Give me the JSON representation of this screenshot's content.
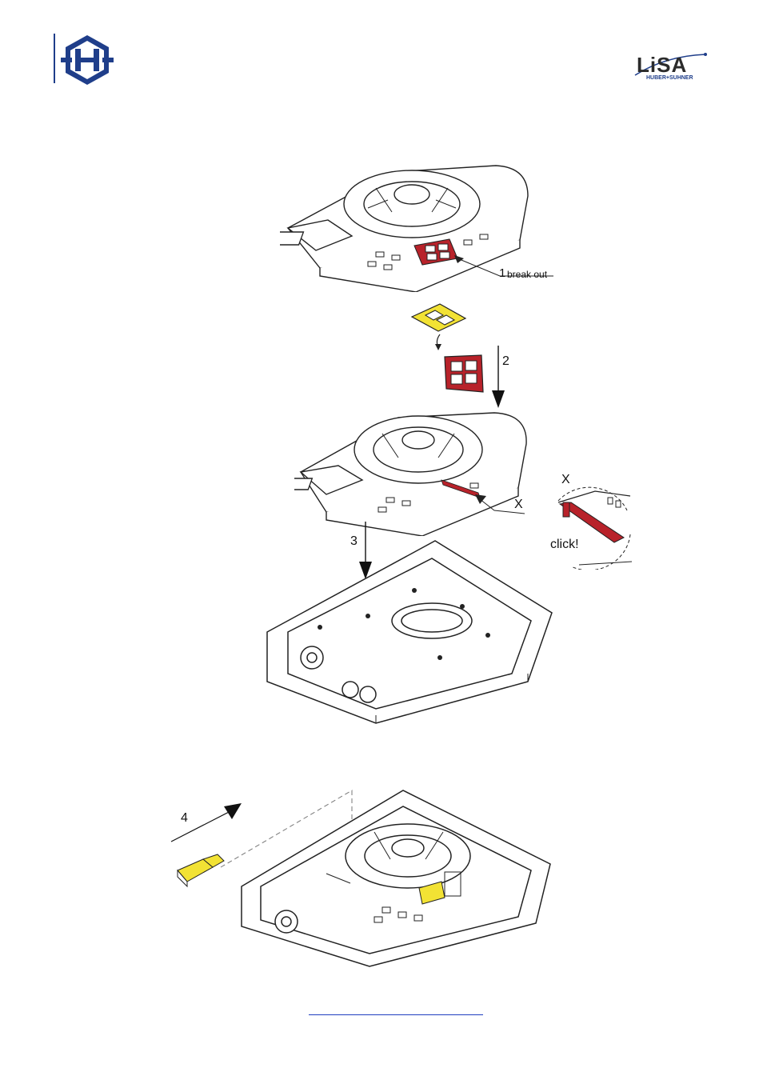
{
  "header": {
    "left_logo_icon": "hs-hexagon-logo-icon",
    "right_logo_icon": "lisa-logo-icon",
    "right_logo_word": "LiSA",
    "right_logo_sub": "HUBER+SUHNER"
  },
  "steps": {
    "step1_num": "1",
    "step1_text": "break out",
    "step2_num": "2",
    "step3_num": "3",
    "step4_num": "4",
    "x_marker": "X",
    "detail_marker": "X",
    "detail_text": "click!"
  },
  "footer": {
    "link_text": ""
  },
  "colors": {
    "accent_red": "#b8222a",
    "accent_yellow": "#f2e234",
    "brand_blue": "#1f3e8a"
  }
}
